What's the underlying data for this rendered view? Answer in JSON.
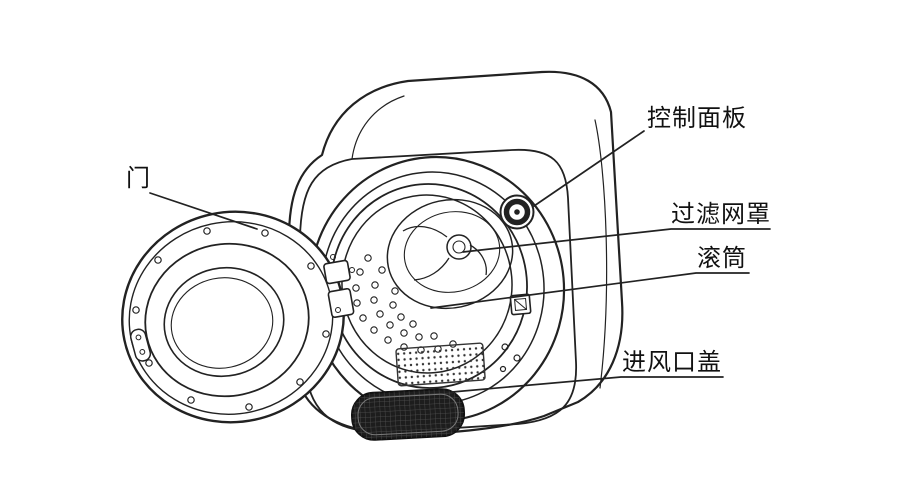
{
  "diagram": {
    "labels": {
      "door": "门",
      "control_panel": "控制面板",
      "filter_cover": "过滤网罩",
      "drum": "滚筒",
      "air_inlet_cover": "进风口盖"
    },
    "colors": {
      "background": "#ffffff",
      "line": "#222222",
      "text": "#111111",
      "air_inlet_fill": "#1d1d1d"
    }
  }
}
